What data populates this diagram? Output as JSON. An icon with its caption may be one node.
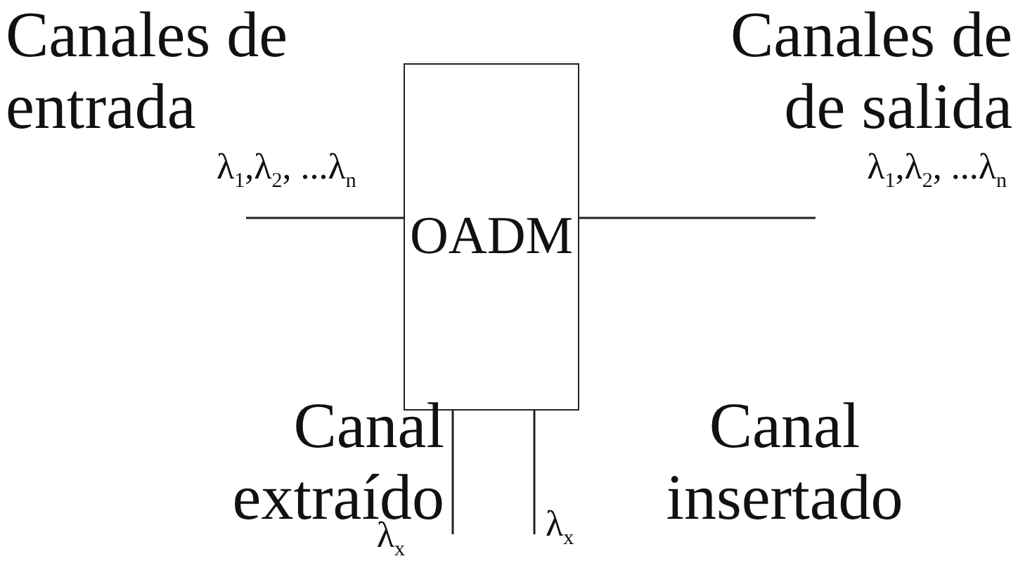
{
  "diagram": {
    "nodes": [
      {
        "text": [
          "OADM"
        ]
      },
      {
        "text": [
          "Canales de entrada",
          "λ$_{1}$,λ$_{2}$, ...λ$_{n}$"
        ]
      },
      {
        "text": [
          "Canales de de salida",
          "λ$_{1}$,λ$_{2}$, ...λ$_{n}$"
        ]
      },
      {
        "text": [
          "Canal extraído",
          "λ$_{x}$"
        ]
      },
      {
        "text": [
          "Canal insertado",
          "λ$_{x}$"
        ]
      }
    ],
    "edges": [
      {
        "from": 1,
        "to": 0,
        "arrow": "none"
      },
      {
        "from": 0,
        "to": 2,
        "arrow": "none"
      },
      {
        "from": 0,
        "to": 3,
        "arrow": "none"
      },
      {
        "from": 4,
        "to": 0,
        "arrow": "none"
      }
    ]
  }
}
